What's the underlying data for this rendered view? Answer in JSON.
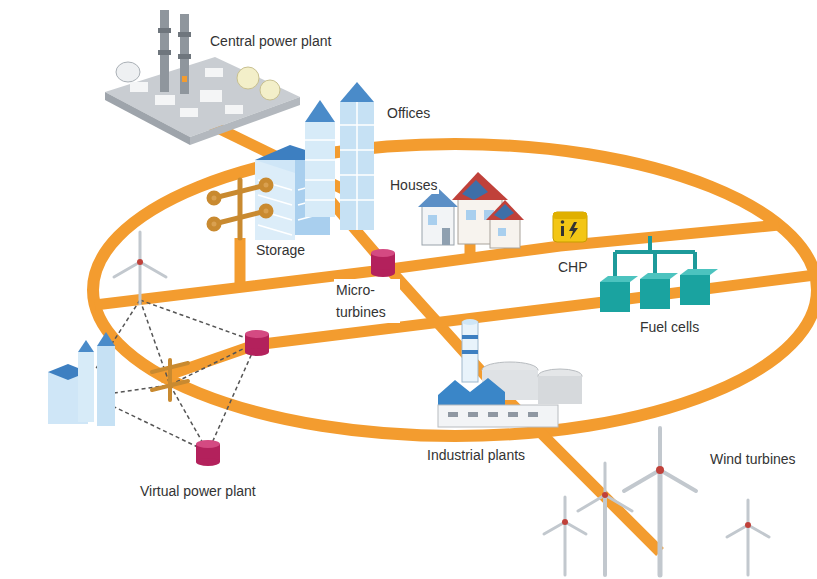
{
  "diagram": {
    "labels": [
      "Central power plant",
      "Offices",
      "Houses",
      "Storage",
      "CHP",
      "Micro- turbines",
      "Fuel cells",
      "Industrial plants",
      "Wind turbines",
      "Virtual power plant"
    ]
  }
}
